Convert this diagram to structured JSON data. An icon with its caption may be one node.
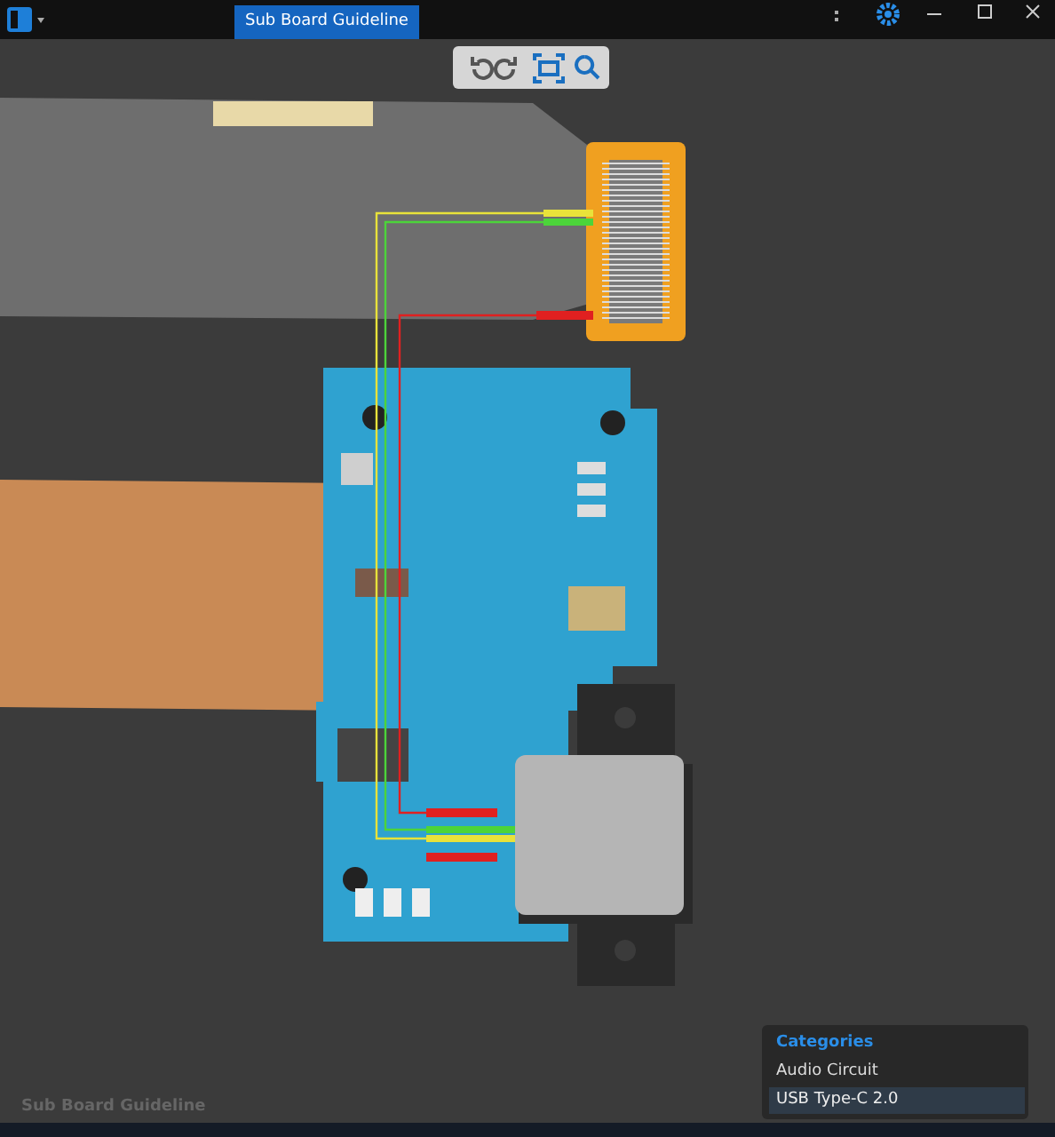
{
  "diagram": {
    "nodes": [
      {
        "text": [],
        "shape": "bar"
      },
      {
        "text": [],
        "shape": "bar"
      },
      {
        "text": [],
        "shape": "bar"
      },
      {
        "text": [],
        "shape": "bar"
      },
      {
        "text": [],
        "shape": "bar"
      },
      {
        "text": [],
        "shape": "bar"
      },
      {
        "text": [],
        "shape": "bar"
      }
    ],
    "edges": [
      {
        "from": 0,
        "to": 5,
        "arrow": "none",
        "color": "#e8e23a"
      },
      {
        "from": 1,
        "to": 4,
        "arrow": "none",
        "color": "#4cd43a"
      },
      {
        "from": 2,
        "to": 3,
        "arrow": "none",
        "color": "#e02020"
      }
    ],
    "labels": [
      "Sub Board Guideline",
      "Categories",
      "Audio Circuit",
      "USB Type-C 2.0",
      "Sub Board Guideline"
    ]
  }
}
